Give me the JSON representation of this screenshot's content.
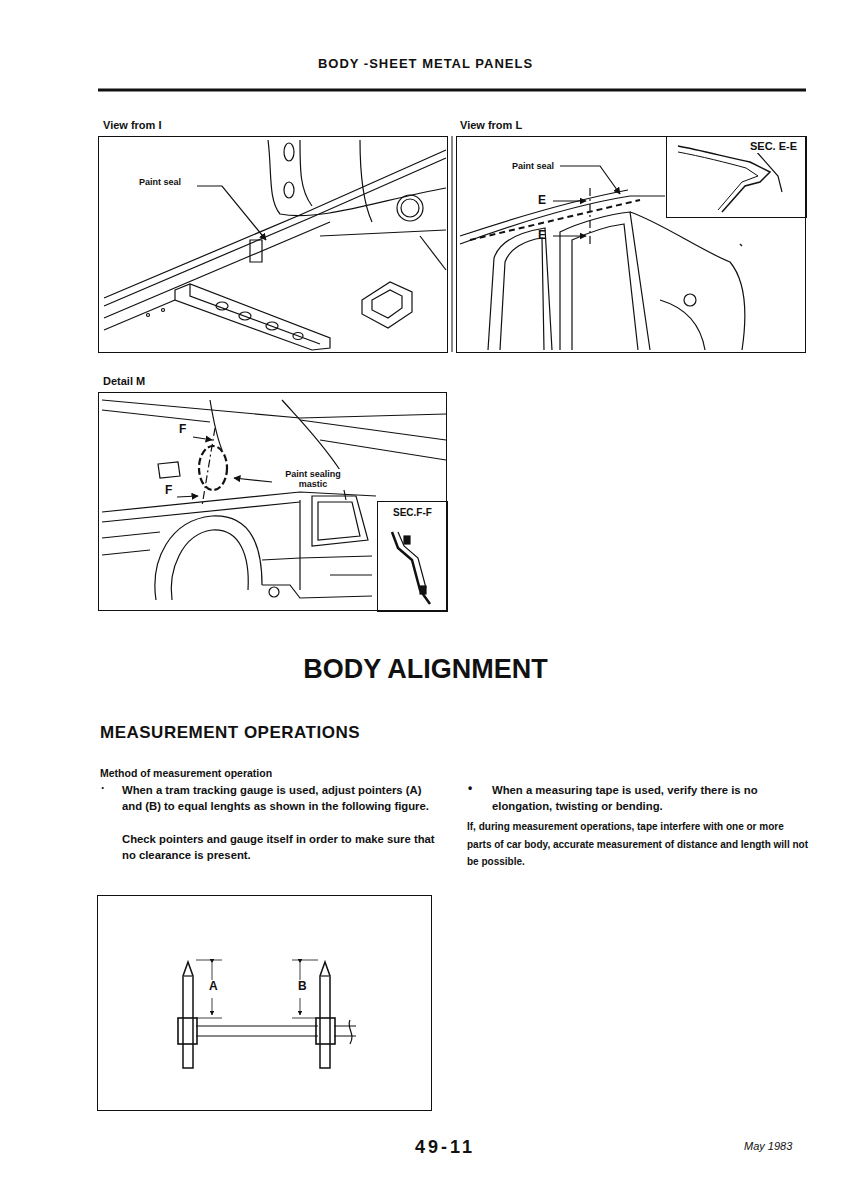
{
  "diagram": {
    "title": "BODY ALIGNMENT",
    "nodes": [
      {
        "text": [
          "View from I",
          "Paint seal"
        ]
      },
      {
        "text": [
          "View from L",
          "Paint seal",
          "E",
          "E"
        ]
      },
      {
        "text": [
          "SEC. E-E"
        ],
        "in": 1
      },
      {
        "text": [
          "Detail M",
          "F",
          "F",
          "Paint sealing mastic"
        ]
      },
      {
        "text": [
          "SEC.F-F"
        ],
        "in": 3
      },
      {
        "text": [
          "A",
          "B"
        ]
      }
    ],
    "labels": [
      "BODY -SHEET METAL PANELS",
      "MEASUREMENT OPERATIONS",
      "Method of measurement operation",
      "·",
      "When a tram tracking gauge is used, adjust pointers (A) and (B) to equal lenghts as shown in the following figure.",
      "Check pointers and gauge itself in order to make sure that no clearance is present.",
      "•",
      "When a measuring tape is used, verify there is no elongation, twisting or bending.",
      "If, during measurement operations, tape interfere with one or more parts of car body, accurate measurement of distance and length will not be possible.",
      "49-11",
      "May 1983"
    ]
  }
}
